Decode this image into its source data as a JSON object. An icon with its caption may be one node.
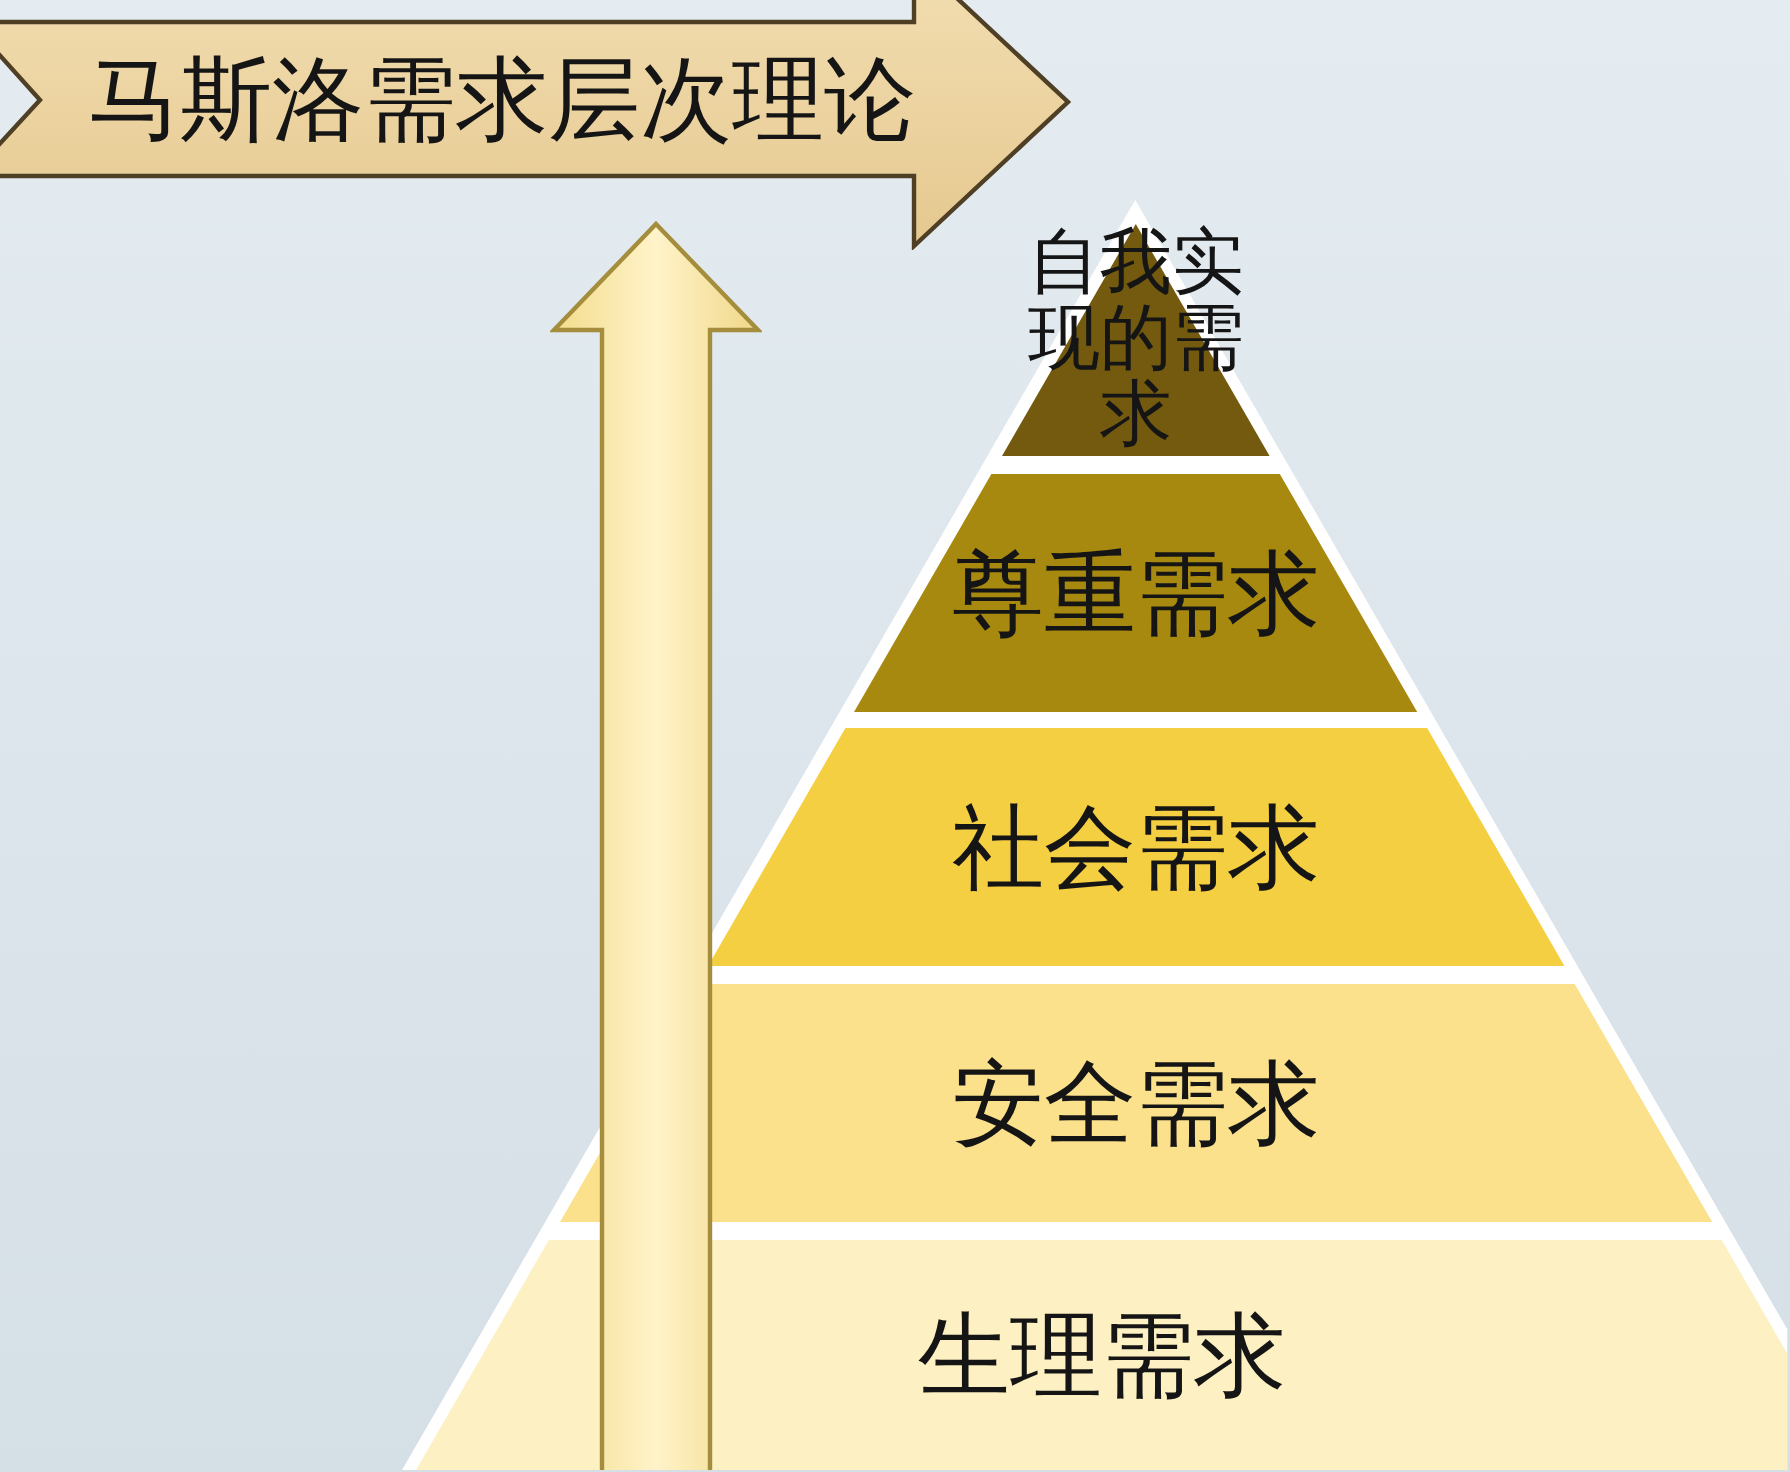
{
  "diagram": {
    "nodes": [
      {
        "text": [
          "马斯洛需求层次理论"
        ]
      },
      {
        "text": [
          "自我实现的需求"
        ]
      },
      {
        "text": [
          "尊重需求"
        ]
      },
      {
        "text": [
          "社会需求"
        ]
      },
      {
        "text": [
          "安全需求"
        ]
      },
      {
        "text": [
          "生理需求"
        ]
      }
    ]
  }
}
